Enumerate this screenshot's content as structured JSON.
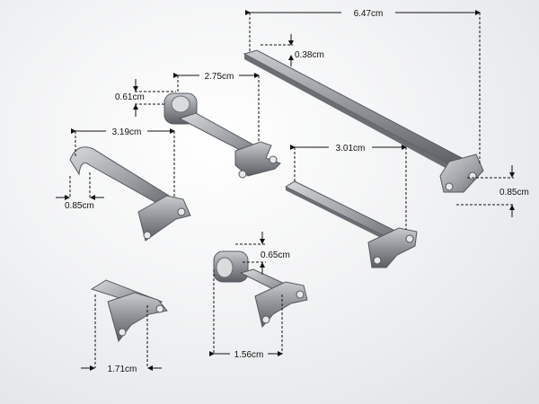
{
  "dimensions": {
    "long_bar_length": "6.47cm",
    "long_bar_thickness": "0.38cm",
    "long_bar_foot_height": "0.85cm",
    "hinge_bracket_length": "2.75cm",
    "hinge_bracket_roll_height": "0.61cm",
    "curved_bracket_length": "3.19cm",
    "curved_bracket_height": "0.85cm",
    "flat_bracket_length": "3.01cm",
    "small_hinge_roll_height": "0.65cm",
    "small_hinge_width": "1.56cm",
    "small_bracket_width": "1.71cm"
  },
  "colors": {
    "metal_light": "#b9bcbf",
    "metal_mid": "#8f9397",
    "metal_dark": "#5b5f63",
    "background": "#eceef0"
  }
}
